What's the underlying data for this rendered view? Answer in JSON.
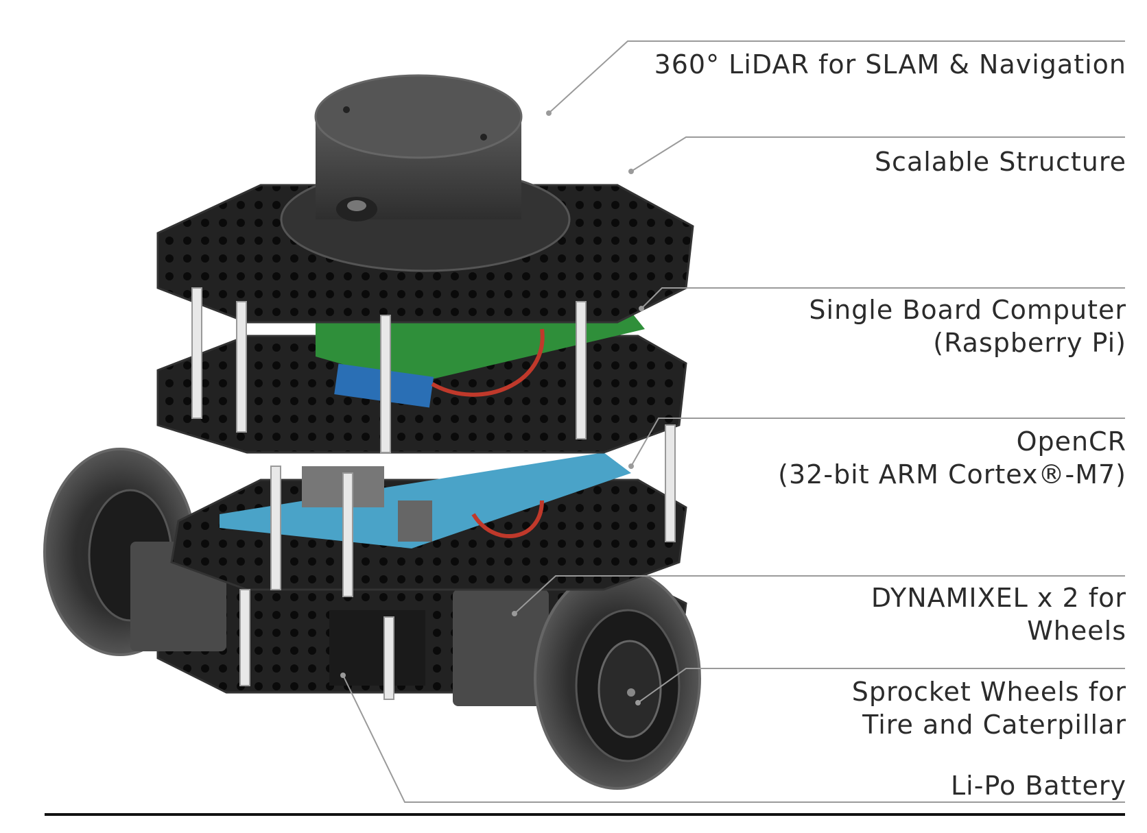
{
  "labels": [
    {
      "id": "lidar",
      "lines": [
        "360° LiDAR for SLAM & Navigation"
      ]
    },
    {
      "id": "structure",
      "lines": [
        "Scalable Structure"
      ]
    },
    {
      "id": "sbc",
      "lines": [
        "Single Board Computer",
        "(Raspberry Pi)"
      ]
    },
    {
      "id": "opencr",
      "lines": [
        "OpenCR",
        "(32-bit ARM Cortex®-M7)"
      ]
    },
    {
      "id": "dynamixel",
      "lines": [
        "DYNAMIXEL x 2 for",
        "Wheels"
      ]
    },
    {
      "id": "sprocket",
      "lines": [
        "Sprocket Wheels for",
        "Tire and Caterpillar"
      ]
    },
    {
      "id": "battery",
      "lines": [
        "Li-Po Battery"
      ]
    }
  ],
  "colors": {
    "plate": "#1e1e1e",
    "plate_edge": "#3a3a3a",
    "lidar": "#4a4a4a",
    "standoff": "#e8e8e8",
    "pcb_green": "#2f8f3a",
    "pcb_blue": "#2a6fb5",
    "opencr": "#4aa3c8",
    "wheel": "#3c3c3c",
    "leader": "#9a9a9a",
    "baseline": "#111111"
  }
}
